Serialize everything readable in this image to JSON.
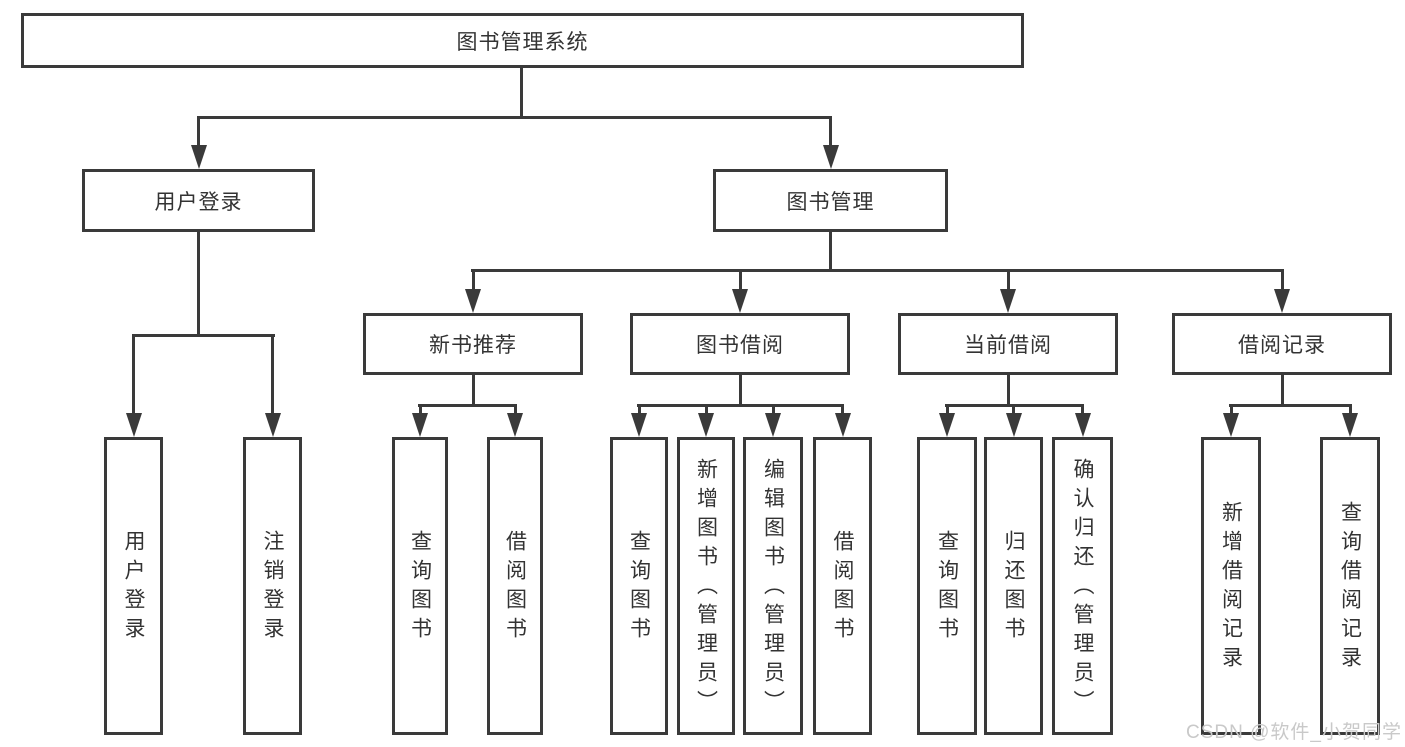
{
  "colors": {
    "line": "#3a3a3a",
    "text": "#333333",
    "background": "#ffffff",
    "watermark": "#c9c9c9"
  },
  "watermark": {
    "text": "CSDN @软件_小贺同学"
  },
  "tree": {
    "root": {
      "label": "图书管理系统"
    },
    "branches": [
      {
        "label": "用户登录",
        "children": [
          {
            "label": "用户登录"
          },
          {
            "label": "注销登录"
          }
        ]
      },
      {
        "label": "图书管理",
        "modules": [
          {
            "label": "新书推荐",
            "children": [
              {
                "label": "查询图书"
              },
              {
                "label": "借阅图书"
              }
            ]
          },
          {
            "label": "图书借阅",
            "children": [
              {
                "label": "查询图书"
              },
              {
                "label": "新增图书（管理员）"
              },
              {
                "label": "编辑图书（管理员）"
              },
              {
                "label": "借阅图书"
              }
            ]
          },
          {
            "label": "当前借阅",
            "children": [
              {
                "label": "查询图书"
              },
              {
                "label": "归还图书"
              },
              {
                "label": "确认归还（管理员）"
              }
            ]
          },
          {
            "label": "借阅记录",
            "children": [
              {
                "label": "新增借阅记录"
              },
              {
                "label": "查询借阅记录"
              }
            ]
          }
        ]
      }
    ]
  }
}
